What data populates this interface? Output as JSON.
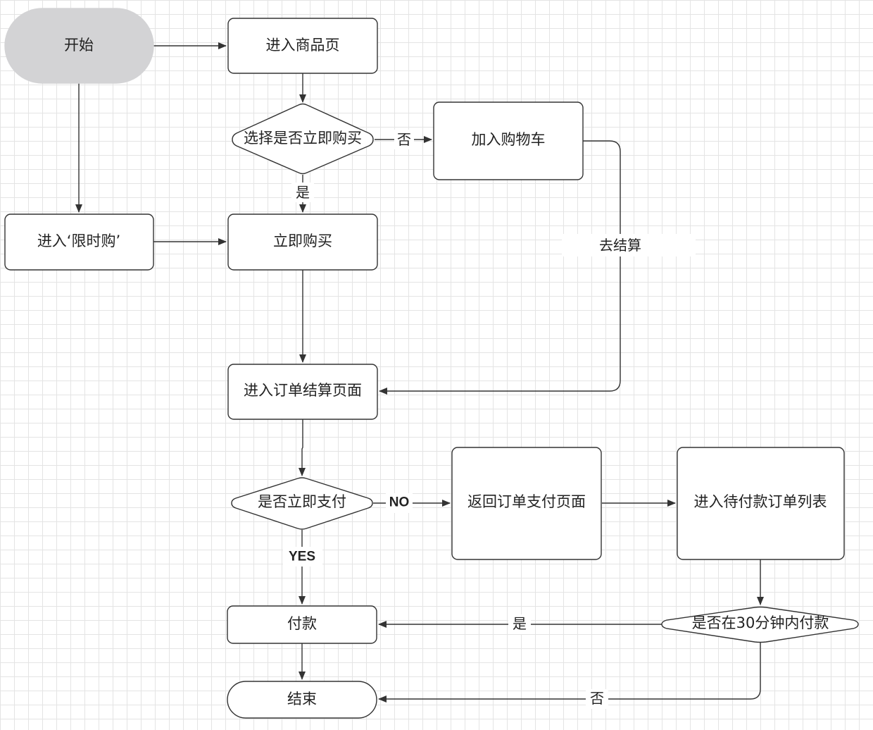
{
  "diagram": {
    "nodes": {
      "start": "开始",
      "product_page": "进入商品页",
      "buy_now_decision": "选择是否立即购买",
      "add_to_cart": "加入购物车",
      "flash_sale": "进入‘限时购’",
      "buy_now": "立即购买",
      "order_checkout": "进入订单结算页面",
      "pay_now_decision": "是否立即支付",
      "return_payment": "返回订单支付页面",
      "pending_orders": "进入待付款订单列表",
      "pay_in_30_decision": "是否在30分钟内付款",
      "pay": "付款",
      "end": "结束"
    },
    "edge_labels": {
      "no_cart": "否",
      "yes_buy": "是",
      "checkout": "去结算",
      "no_pay": "NO",
      "yes_pay": "YES",
      "yes_30": "是",
      "no_30": "否"
    }
  }
}
